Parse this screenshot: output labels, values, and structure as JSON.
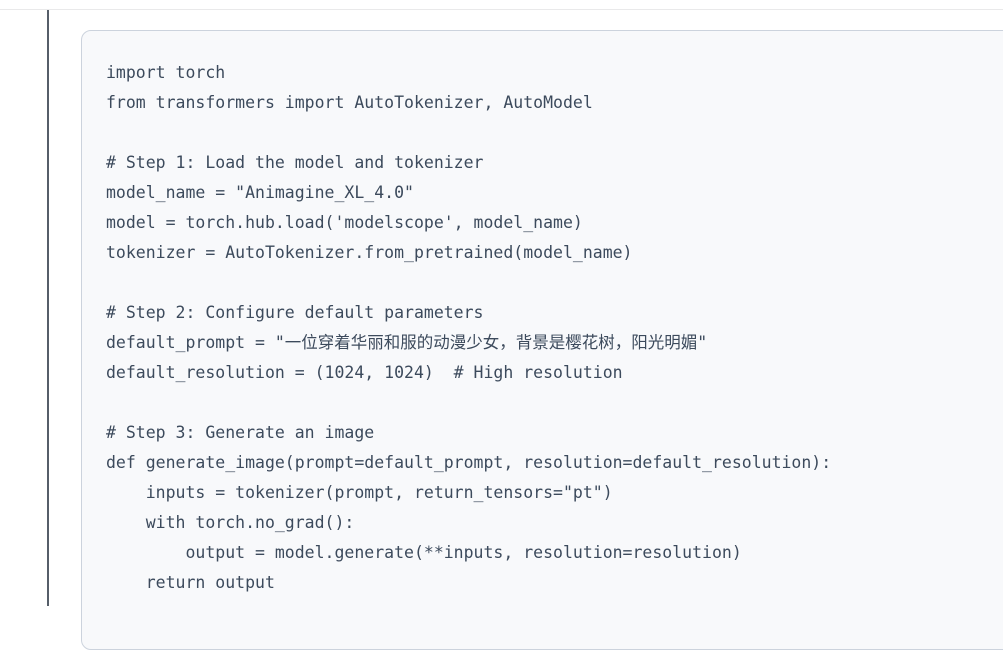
{
  "window": {
    "background_color": "#ffffff",
    "top_rule_color": "#e9e9ea",
    "left_rail_color": "#565e69"
  },
  "code_block": {
    "language": "python",
    "background_color": "#f8f9fb",
    "border_color": "#ccd3dd",
    "text_color": "#3c4a5c",
    "lines": [
      "import torch",
      "from transformers import AutoTokenizer, AutoModel",
      "",
      "# Step 1: Load the model and tokenizer",
      "model_name = \"Animagine_XL_4.0\"",
      "model = torch.hub.load('modelscope', model_name)",
      "tokenizer = AutoTokenizer.from_pretrained(model_name)",
      "",
      "# Step 2: Configure default parameters",
      "default_prompt = \"一位穿着华丽和服的动漫少女，背景是樱花树，阳光明媚\"",
      "default_resolution = (1024, 1024)  # High resolution",
      "",
      "# Step 3: Generate an image",
      "def generate_image(prompt=default_prompt, resolution=default_resolution):",
      "    inputs = tokenizer(prompt, return_tensors=\"pt\")",
      "    with torch.no_grad():",
      "        output = model.generate(**inputs, resolution=resolution)",
      "    return output"
    ]
  }
}
